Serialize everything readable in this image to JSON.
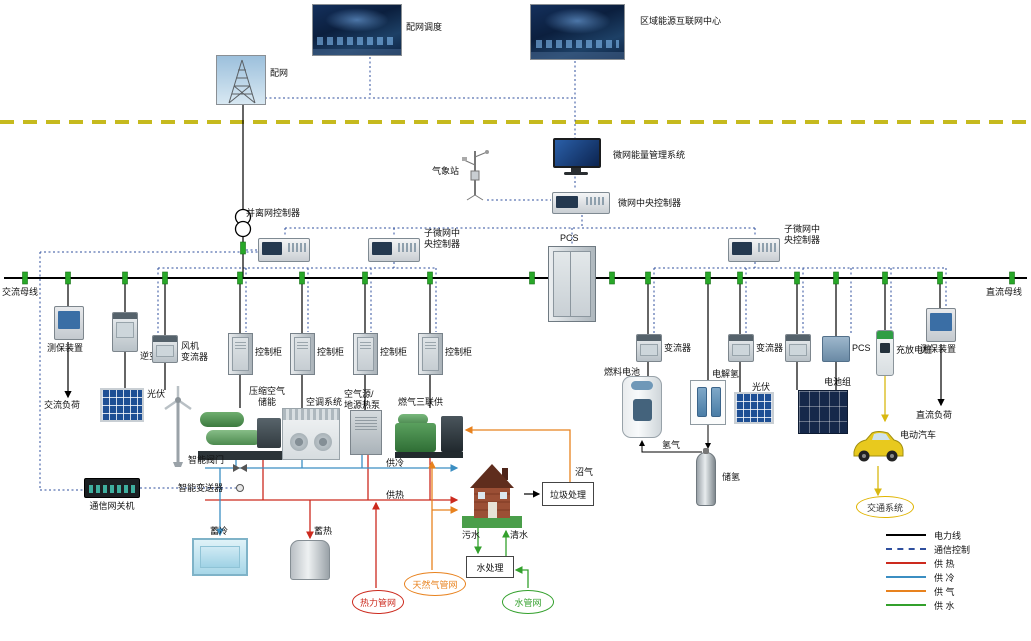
{
  "labels": {
    "dispatch": "配网调度",
    "regional_center": "区域能源互联网中心",
    "dist_grid": "配网",
    "ems": "微网能量管理系统",
    "weather": "气象站",
    "central_ctrl": "微网中央控制器",
    "grid_ctrl": "并离网控制器",
    "sub_ctrl": "子微网中\n央控制器",
    "pcs": "PCS",
    "ac_bus": "交流母线",
    "dc_bus": "直流母线",
    "protect": "测保装置",
    "inverter": "逆变器",
    "pv": "光伏",
    "fan_conv": "风机\n变流器",
    "ctrl_cabinet": "控制柜",
    "caes": "压缩空气\n储能",
    "hvac": "空调系统",
    "heatpump": "空气源/\n地源热泵",
    "cchp": "燃气三联供",
    "converter": "变流器",
    "fuelcell": "燃料电池",
    "electrolyzer": "电解氢",
    "battery": "电池组",
    "charger": "充放电桩",
    "ac_load": "交流负荷",
    "dc_load": "直流负荷",
    "ev": "电动汽车",
    "transport": "交通系统",
    "gateway": "通信网关机",
    "smart_valve": "智能阀门",
    "smart_transmitter": "智能变送器",
    "cold_storage": "蓄冷",
    "heat_storage": "蓄热",
    "cooling": "供冷",
    "heating": "供热",
    "biogas": "沼气",
    "waste": "垃圾处理",
    "sewage": "污水",
    "clean_water": "清水",
    "water_treat": "水处理",
    "heat_net": "热力管网",
    "gas_net": "天然气管网",
    "water_net": "水管网",
    "hydrogen": "氢气",
    "h2_storage": "储氢"
  },
  "legend": {
    "items": [
      {
        "label": "电力线",
        "color": "#000000",
        "style": "solid"
      },
      {
        "label": "通信控制",
        "color": "#2f4f9e",
        "style": "dashed"
      },
      {
        "label": "供 热",
        "color": "#cc2a1e",
        "style": "solid"
      },
      {
        "label": "供 冷",
        "color": "#3b8ec2",
        "style": "solid"
      },
      {
        "label": "供 气",
        "color": "#e8821e",
        "style": "solid"
      },
      {
        "label": "供 水",
        "color": "#33a02c",
        "style": "solid"
      }
    ]
  },
  "colors": {
    "power": "#000000",
    "comm": "#2f4f9e",
    "heat": "#cc2a1e",
    "cold": "#3b8ec2",
    "gas": "#e8821e",
    "water": "#33a02c",
    "ev_line": "#d9b810",
    "separator": "#c6ba1e",
    "breaker": "#28a828"
  }
}
